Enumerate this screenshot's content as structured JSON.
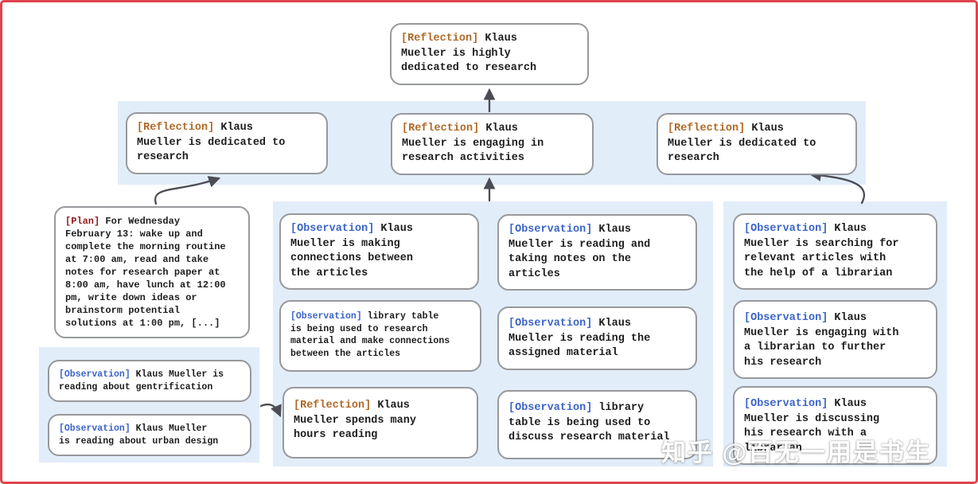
{
  "colors": {
    "reflection": "#b06a28",
    "plan": "#8f1d1d",
    "observation": "#3b64c8",
    "panel": "#e2edfa",
    "arrow": "#4c4c54",
    "frame": "#e0434f"
  },
  "nodes": {
    "top": {
      "tag": "[Reflection]",
      "text": " Klaus\nMueller is highly\ndedicated to research"
    },
    "r2_left": {
      "tag": "[Reflection]",
      "text": " Klaus\nMueller is dedicated to\nresearch"
    },
    "r2_mid": {
      "tag": "[Reflection]",
      "text": " Klaus\nMueller is engaging in\nresearch activities"
    },
    "r2_right": {
      "tag": "[Reflection]",
      "text": " Klaus\nMueller is dedicated to\nresearch"
    },
    "plan": {
      "tag": "[Plan]",
      "text": " For Wednesday\nFebruary 13: wake up and\ncomplete the morning routine\nat 7:00 am, read and take\nnotes for research paper at\n8:00 am, have lunch at 12:00\npm, write down ideas or\nbrainstorm potential\nsolutions at 1:00 pm, [...]"
    },
    "bl_1": {
      "tag": "[Observation]",
      "text": " Klaus Mueller is\nreading about gentrification"
    },
    "bl_2": {
      "tag": "[Observation]",
      "text": " Klaus Mueller\nis reading about urban design"
    },
    "m_a1": {
      "tag": "[Observation]",
      "text": " Klaus\nMueller is making\nconnections between\nthe articles"
    },
    "m_a2": {
      "tag": "[Observation]",
      "text": " library table\nis being used to research\nmaterial and make connections\nbetween the articles"
    },
    "m_a3": {
      "tag": "[Reflection]",
      "text": " Klaus\nMueller spends many\nhours reading"
    },
    "m_b1": {
      "tag": "[Observation]",
      "text": " Klaus\nMueller is reading and\ntaking notes on the\narticles"
    },
    "m_b2": {
      "tag": "[Observation]",
      "text": " Klaus\nMueller is reading the\nassigned material"
    },
    "m_b3": {
      "tag": "[Observation]",
      "text": " library\ntable is being used to\ndiscuss research material"
    },
    "r_1": {
      "tag": "[Observation]",
      "text": " Klaus\nMueller is searching for\nrelevant articles with\nthe help of a librarian"
    },
    "r_2": {
      "tag": "[Observation]",
      "text": " Klaus\nMueller is engaging with\na librarian to further\nhis research"
    },
    "r_3": {
      "tag": "[Observation]",
      "text": " Klaus\nMueller is discussing\nhis research with a\nlibrarian"
    }
  },
  "watermark": "知乎 @百无一用是书生"
}
